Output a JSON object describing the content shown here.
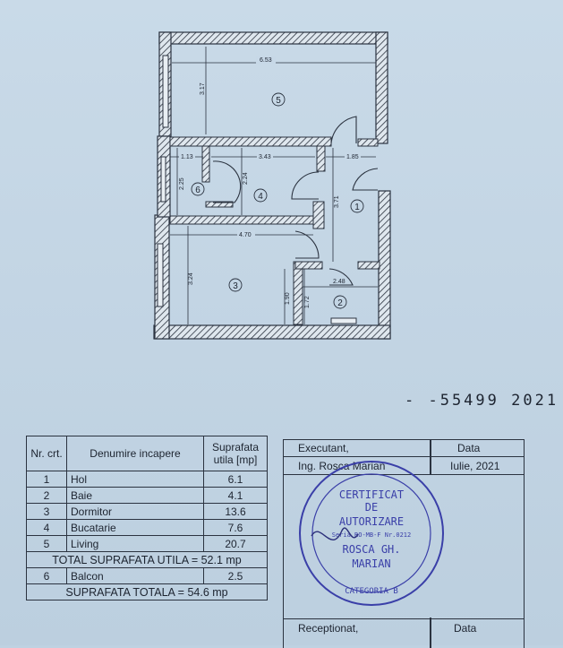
{
  "floor_plan": {
    "dimensions": {
      "living_width": "6.53",
      "living_depth": "3.17",
      "bath6_width": "1.13",
      "kitchen_width": "3.43",
      "hall_width": "1.85",
      "bath6_depth": "2.25",
      "kitchen_depth": "2.24",
      "hall_depth": "3.71",
      "bedroom_width": "4.70",
      "bedroom_depth": "3.24",
      "door_height_1": "1.90",
      "door_height_2": "1.72",
      "bath2_width": "2.48"
    },
    "room_markers": [
      "5",
      "6",
      "4",
      "1",
      "3",
      "2"
    ]
  },
  "serial_text": "- -55499 2021",
  "room_table": {
    "header": {
      "nr": "Nr. crt.",
      "name": "Denumire incapere",
      "area": "Suprafata utila [mp]"
    },
    "rows": [
      {
        "nr": "1",
        "name": "Hol",
        "area": "6.1"
      },
      {
        "nr": "2",
        "name": "Baie",
        "area": "4.1"
      },
      {
        "nr": "3",
        "name": "Dormitor",
        "area": "13.6"
      },
      {
        "nr": "4",
        "name": "Bucatarie",
        "area": "7.6"
      },
      {
        "nr": "5",
        "name": "Living",
        "area": "20.7"
      }
    ],
    "total_useful": "TOTAL SUPRAFATA UTILA = 52.1 mp",
    "balcony": {
      "nr": "6",
      "name": "Balcon",
      "area": "2.5"
    },
    "total": "SUPRAFATA TOTALA = 54.6 mp"
  },
  "signature_box": {
    "executant_label": "Executant,",
    "date_label": "Data",
    "engineer": "Ing. Rosca Marian",
    "date_value": "Iulie, 2021",
    "received_label": "Receptionat,",
    "received_date_label": "Data"
  },
  "stamp": {
    "line1": "CERTIFICAT",
    "line2": "DE",
    "line3": "AUTORIZARE",
    "line4": "Seria RO-MB-F Nr.0212",
    "line5": "ROSCA GH.",
    "line6": "MARIAN",
    "category": "CATEGORIA B",
    "color": "#3a3fa8"
  }
}
